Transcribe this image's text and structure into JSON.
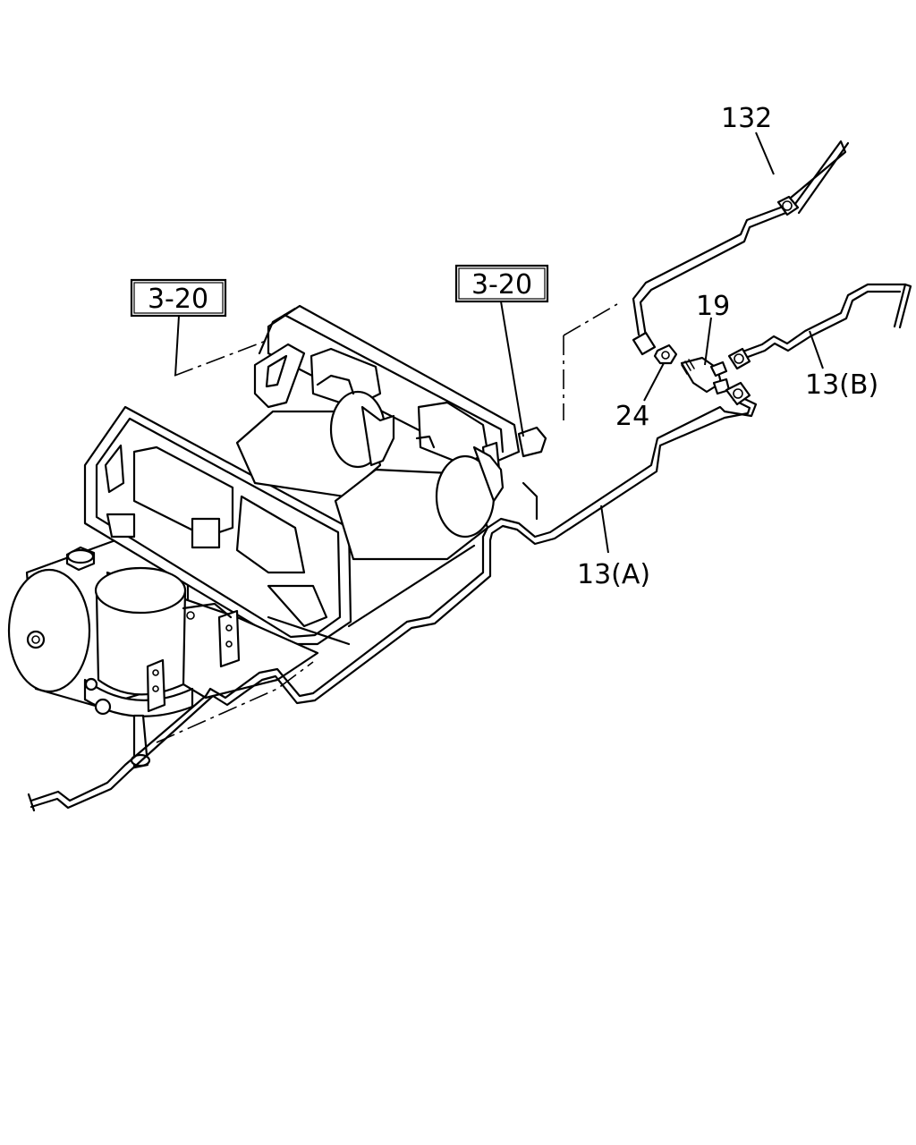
{
  "labels": {
    "ref_box_left": "3-20",
    "ref_box_right": "3-20",
    "part_132": "132",
    "part_19": "19",
    "part_24": "24",
    "part_13b": "13(B)",
    "part_13a": "13(A)"
  }
}
